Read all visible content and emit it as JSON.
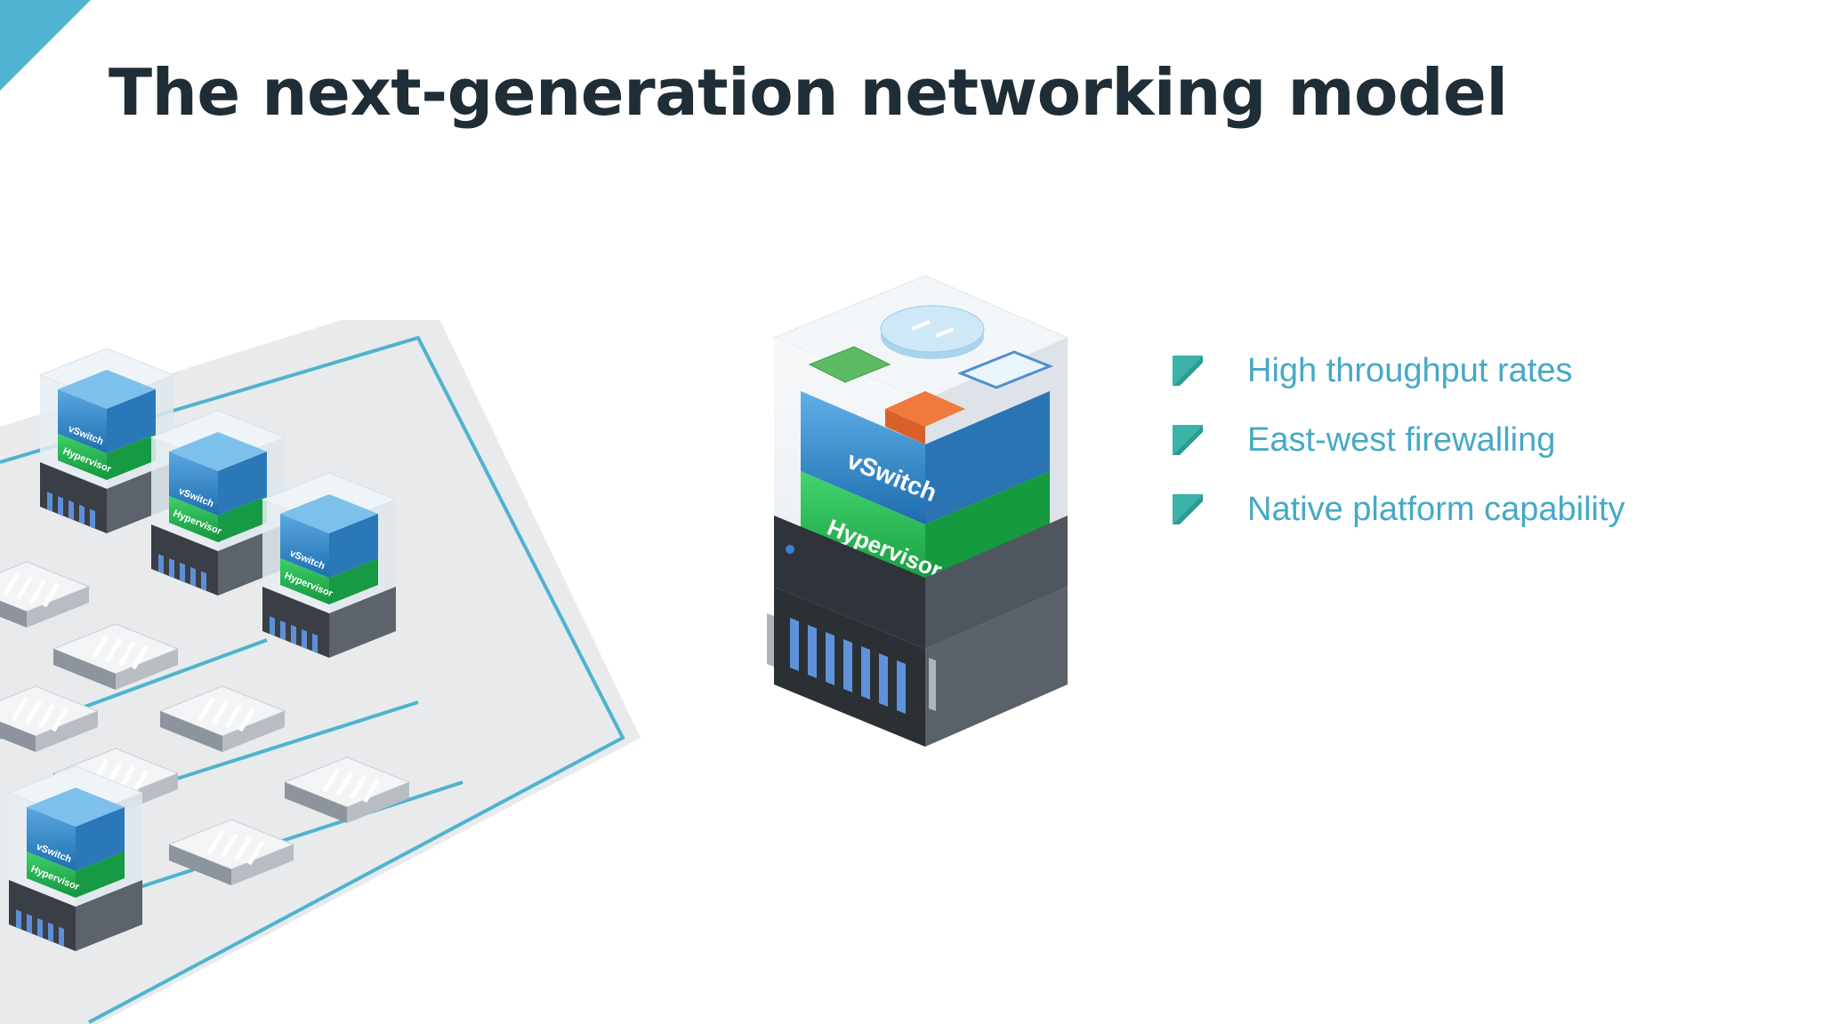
{
  "slide": {
    "title": "The next-generation networking model"
  },
  "bullets": [
    {
      "label": "High throughput rates"
    },
    {
      "label": "East-west firewalling"
    },
    {
      "label": "Native platform capability"
    }
  ],
  "server_stack": {
    "vswitch_label": "vSwitch",
    "hypervisor_label": "Hypervisor"
  },
  "colors": {
    "accent": "#4fb3cf",
    "title": "#1f2d36",
    "bullet_text": "#45a9c6",
    "bullet_icon": "#3bb3a8",
    "vswitch_blue": "#2d7fc0",
    "hypervisor_green": "#1fae4c",
    "server_dark": "#3a3f45"
  }
}
